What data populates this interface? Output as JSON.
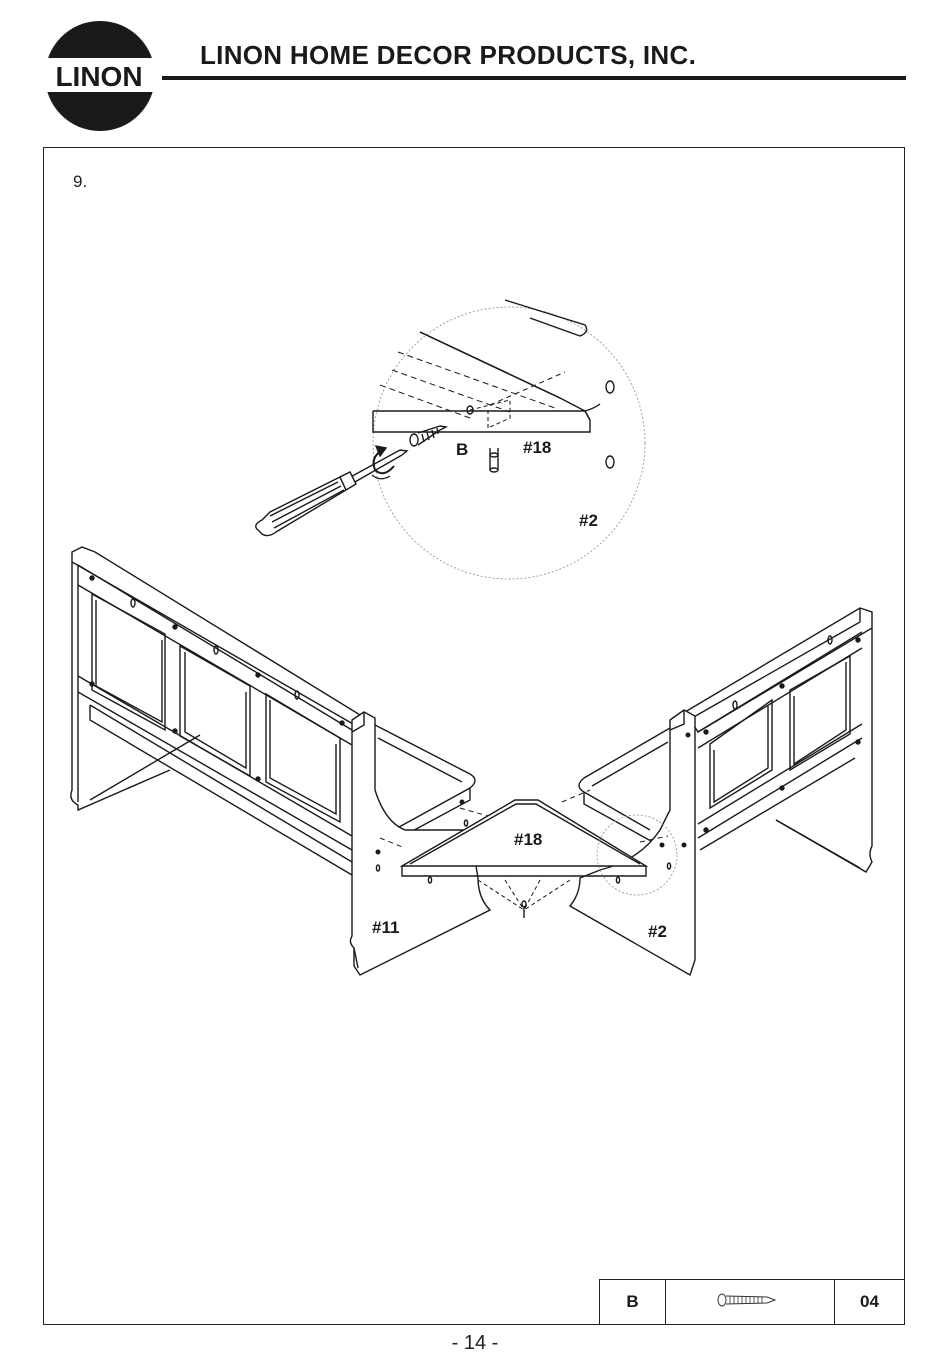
{
  "header": {
    "logo_text": "LINON",
    "company_name": "LINON HOME DECOR PRODUCTS, INC."
  },
  "step": {
    "number": "9."
  },
  "illustration": {
    "detail_labels": {
      "hardware": "B",
      "part_top": "#18",
      "part_side": "#2"
    },
    "main_labels": {
      "corner_shelf": "#18",
      "left_panel": "#11",
      "right_panel": "#2"
    }
  },
  "parts_table": {
    "letter": "B",
    "icon": "screw-icon",
    "quantity": "04"
  },
  "footer": {
    "page_number": "- 14 -"
  }
}
